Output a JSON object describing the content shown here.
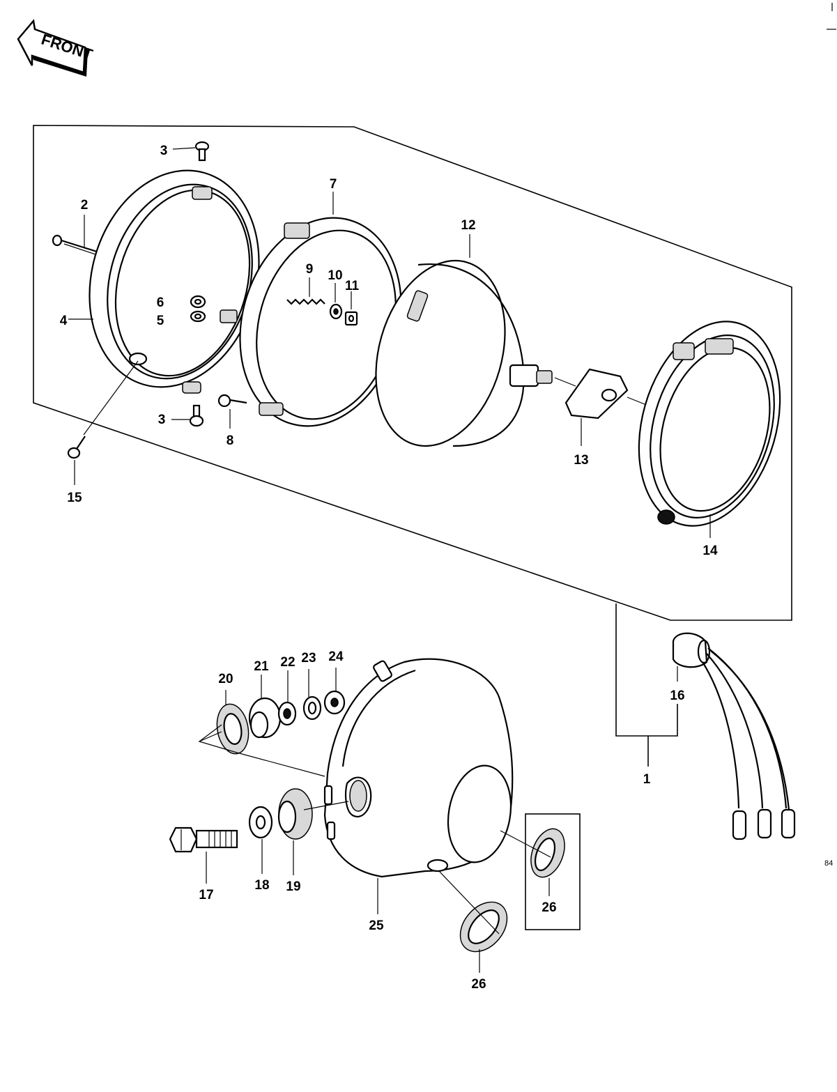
{
  "front_marker": "FRONT",
  "code": "84",
  "parts": {
    "p1": "1",
    "p2": "2",
    "p3a": "3",
    "p3b": "3",
    "p4": "4",
    "p5": "5",
    "p6": "6",
    "p7": "7",
    "p8": "8",
    "p9": "9",
    "p10": "10",
    "p11": "11",
    "p12": "12",
    "p13": "13",
    "p14": "14",
    "p15": "15",
    "p16": "16",
    "p17": "17",
    "p18": "18",
    "p19": "19",
    "p20": "20",
    "p21": "21",
    "p22": "22",
    "p23": "23",
    "p24": "24",
    "p25": "25",
    "p26a": "26",
    "p26b": "26"
  },
  "icons": {
    "front-arrow": "front-arrow-icon",
    "headlight-rim": "headlight-rim-icon",
    "headlight-housing": "headlight-housing-icon",
    "bulb-socket": "bulb-socket-icon"
  }
}
